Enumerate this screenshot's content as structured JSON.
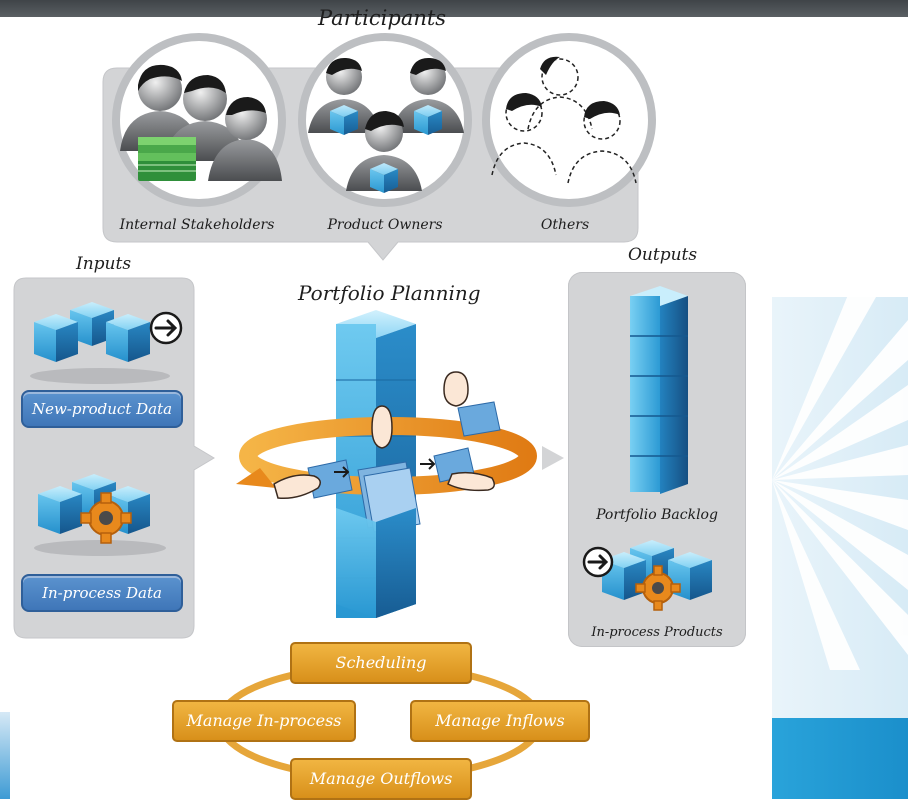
{
  "participants": {
    "title": "Participants",
    "groups": [
      {
        "label": "Internal Stakeholders"
      },
      {
        "label": "Product Owners"
      },
      {
        "label": "Others"
      }
    ]
  },
  "inputs": {
    "title": "Inputs",
    "items": [
      {
        "label": "New-product Data"
      },
      {
        "label": "In-process Data"
      }
    ]
  },
  "center": {
    "title": "Portfolio Planning"
  },
  "outputs": {
    "title": "Outputs",
    "items": [
      {
        "label": "Portfolio Backlog"
      },
      {
        "label": "In-process Products"
      }
    ]
  },
  "activities": [
    {
      "label": "Scheduling"
    },
    {
      "label": "Manage In-process"
    },
    {
      "label": "Manage Inflows"
    },
    {
      "label": "Manage Outflows"
    }
  ],
  "colors": {
    "cube_light": "#8fd6f5",
    "cube_mid": "#39a9dd",
    "cube_dark": "#1d6ea8",
    "orange": "#e8a232",
    "panel_grey": "#d3d4d6",
    "label_blue": "#4a83c3"
  }
}
